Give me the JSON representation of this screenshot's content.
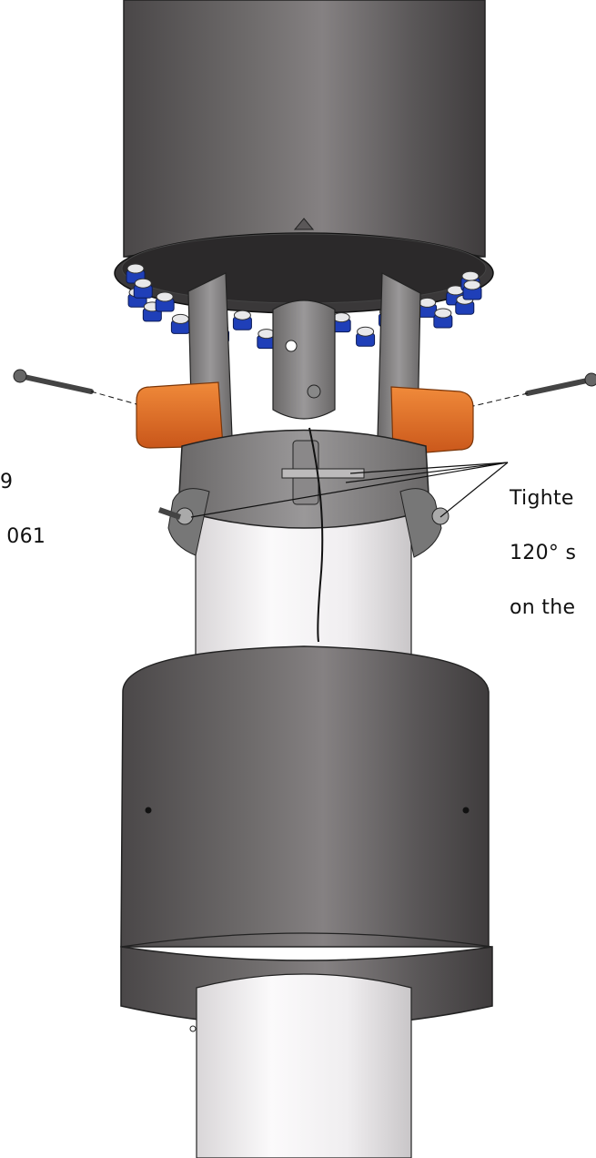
{
  "left_callout": {
    "line1": "9",
    "line2": " 061"
  },
  "right_callout": {
    "line1": "Tighte",
    "line2": "120° s",
    "line3": "on the"
  },
  "colors": {
    "tube_dark": "#5e5b5c",
    "tube_light": "#f2f0f1",
    "bracket": "#7b797a",
    "nut_blue": "#1f3fb8",
    "pad_orange": "#e06a1e"
  },
  "icons": {
    "bolt": "hex-bolt-icon",
    "nut": "blue-hex-nut-icon"
  }
}
